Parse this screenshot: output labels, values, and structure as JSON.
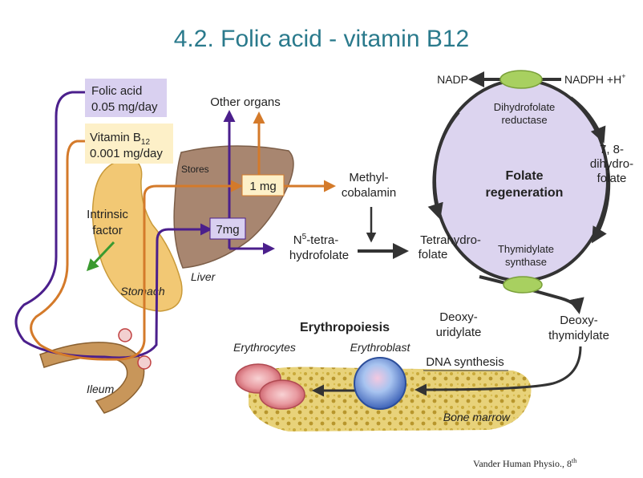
{
  "slide": {
    "title": "4.2. Folic acid - vitamin B12",
    "citation": "Vander Human Physio., 8",
    "citation_sup": "th"
  },
  "intake": {
    "folic_acid": {
      "line1": "Folic acid",
      "line2": "0.05 mg/day"
    },
    "vitamin_b12": {
      "line1_pre": "Vitamin B",
      "line1_sub": "12",
      "line2": "0.001 mg/day"
    }
  },
  "labels": {
    "other_organs": "Other organs",
    "stores": "Stores",
    "store_b12": "1 mg",
    "store_folate": "7mg",
    "liver": "Liver",
    "intrinsic_factor": {
      "line1": "Intrinsic",
      "line2": "factor"
    },
    "stomach": "Stomach",
    "ileum": "Ileum",
    "methylcobalamin": {
      "line1": "Methyl-",
      "line2": "cobalamin"
    },
    "n5_thf": {
      "line1_pre": "N",
      "line1_sup": "5",
      "line1_post": "-tetra-",
      "line2": "hydrofolate"
    },
    "thf": {
      "line1": "Tetrahydro-",
      "line2": "folate"
    },
    "nadp": "NADP",
    "nadph": "NADPH +H",
    "nadph_sup": "+",
    "dhfr": {
      "line1": "Dihydrofolate",
      "line2": "reductase"
    },
    "dihydrofolate": {
      "line1": "7, 8-",
      "line2": "dihydro-",
      "line3": "folate"
    },
    "folate_regeneration": {
      "line1": "Folate",
      "line2": "regeneration"
    },
    "thymidylate_synthase": {
      "line1": "Thymidylate",
      "line2": "synthase"
    },
    "deoxyuridylate": {
      "line1": "Deoxy-",
      "line2": "uridylate"
    },
    "deoxythymidylate": {
      "line1": "Deoxy-",
      "line2": "thymidylate"
    },
    "erythropoiesis": "Erythropoiesis",
    "erythrocytes": "Erythrocytes",
    "erythroblast": "Erythroblast",
    "dna_synthesis": "DNA synthesis",
    "bone_marrow": "Bone marrow"
  },
  "colors": {
    "title": "#2a7a8c",
    "folate_path": "#4b1f8c",
    "b12_path": "#d47a2a",
    "folate_box": "#d9d0f0",
    "b12_box": "#fdf0c8",
    "cycle_fill": "#dcd4ef",
    "liver": "#a88670",
    "stomach": "#f2c874",
    "enzyme": "#a8d060",
    "bone_marrow": "#e8d27a",
    "arrow_dark": "#333333"
  }
}
